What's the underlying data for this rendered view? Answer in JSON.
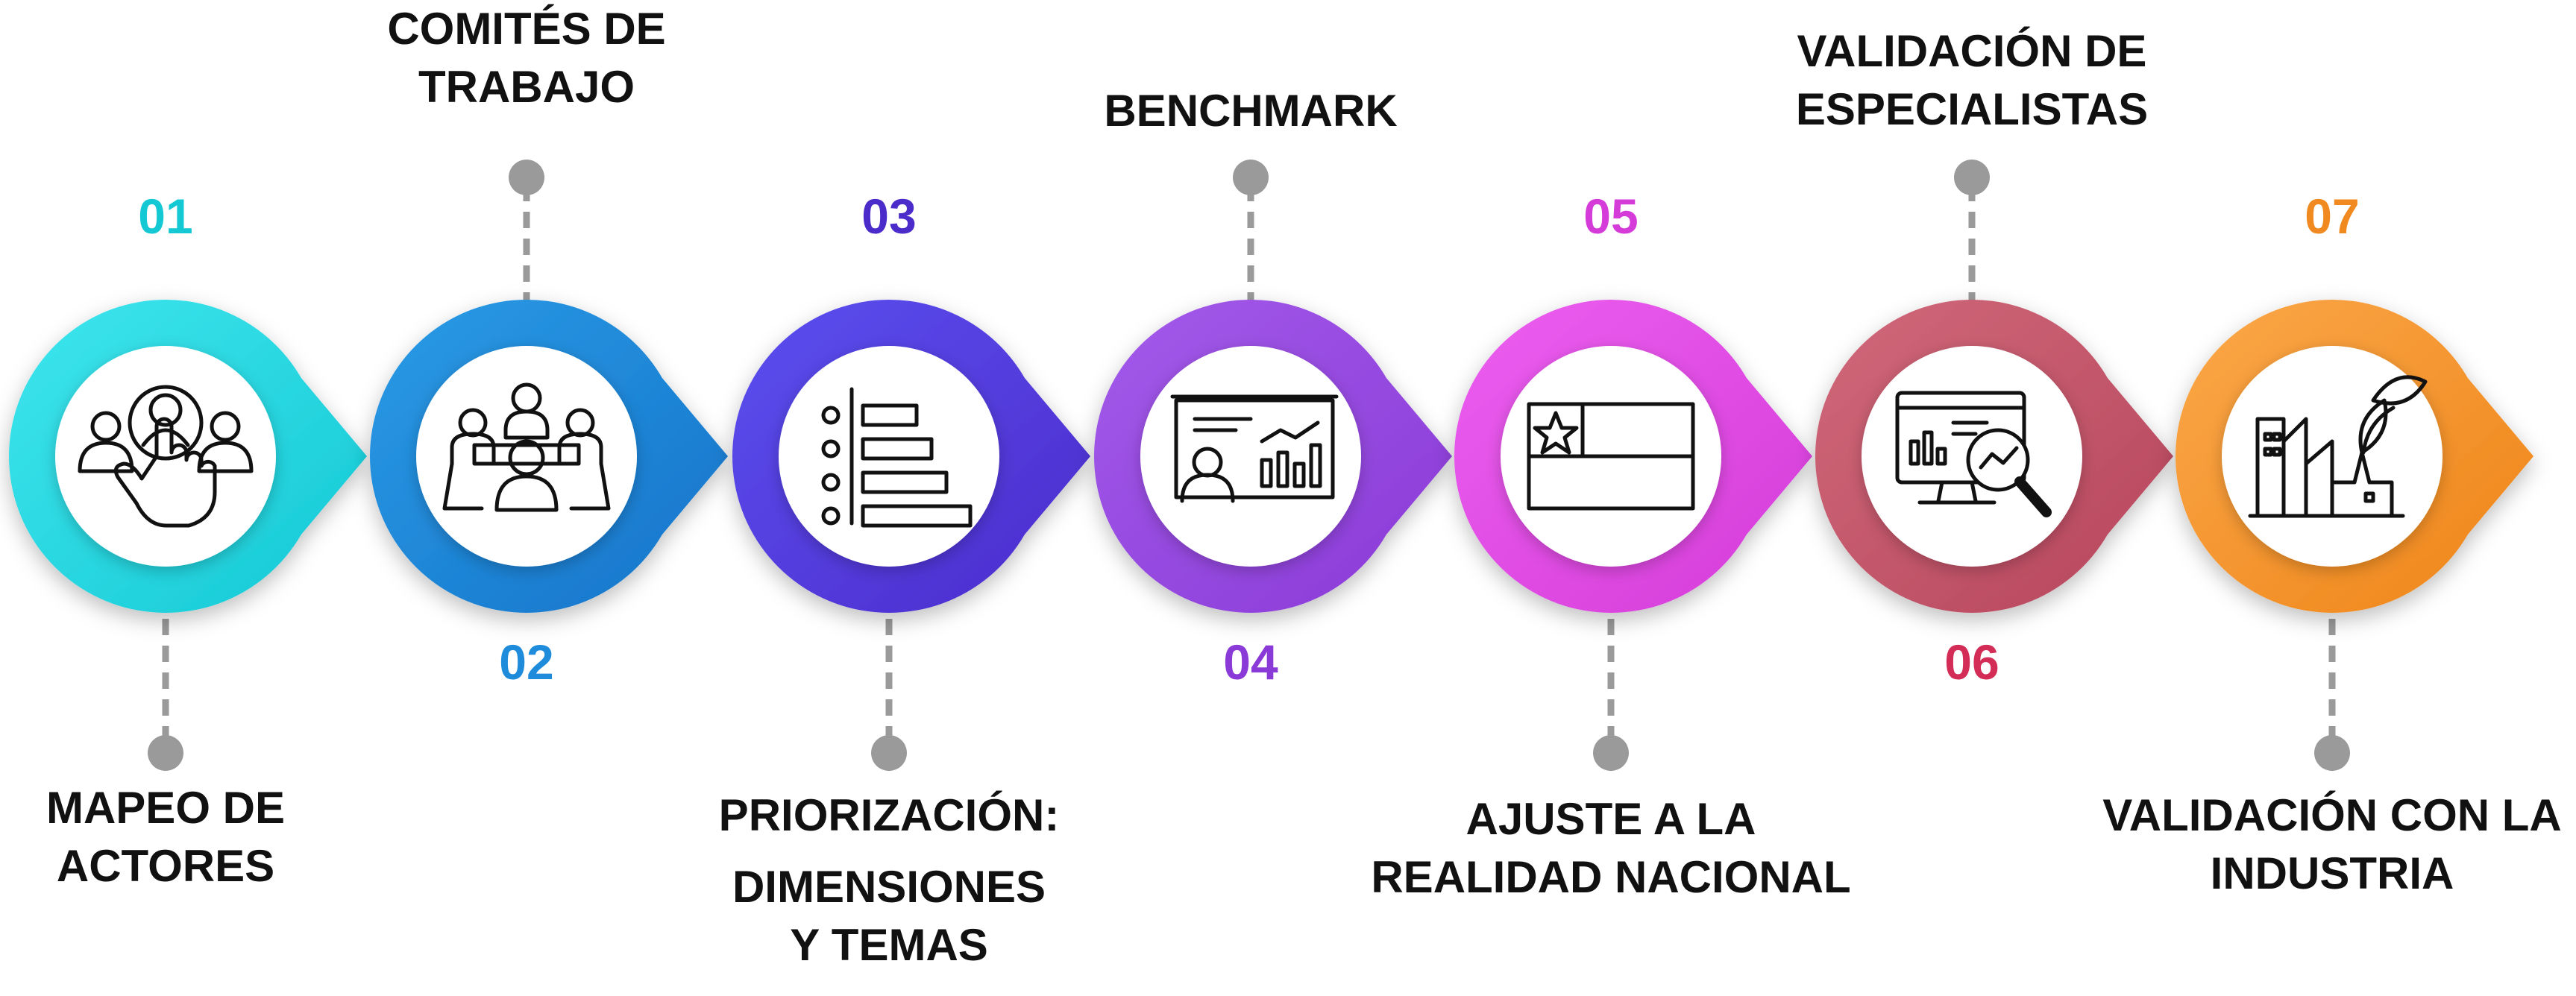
{
  "steps": [
    {
      "number": "01",
      "title": [
        "MAPEO DE",
        "ACTORES"
      ],
      "color": "#14C8D4",
      "color_light": "#3fe6ee",
      "icon": "hand-touch-people-icon",
      "label_position": "bottom"
    },
    {
      "number": "02",
      "title": [
        "COMITÉS DE",
        "TRABAJO"
      ],
      "color": "#1573C9",
      "color_light": "#2a9be6",
      "icon": "team-meeting-icon",
      "label_position": "top"
    },
    {
      "number": "03",
      "title": [
        "PRIORIZACIÓN:",
        "DIMENSIONES",
        "Y TEMAS"
      ],
      "color": "#4C2BCB",
      "color_light": "#5b4ff0",
      "icon": "priority-list-icon",
      "label_position": "bottom"
    },
    {
      "number": "04",
      "title": [
        "BENCHMARK"
      ],
      "color": "#8A3AD6",
      "color_light": "#a35aea",
      "icon": "presentation-chart-icon",
      "label_position": "top"
    },
    {
      "number": "05",
      "title": [
        "AJUSTE A LA",
        "REALIDAD NACIONAL"
      ],
      "color": "#D43BD8",
      "color_light": "#ec5ff0",
      "icon": "chile-flag-icon",
      "label_position": "bottom"
    },
    {
      "number": "06",
      "title": [
        "VALIDACIÓN DE",
        "ESPECIALISTAS"
      ],
      "color": "#B6455C",
      "color_light": "#d0697a",
      "icon": "monitor-analytics-icon",
      "label_position": "top"
    },
    {
      "number": "07",
      "title": [
        "VALIDACIÓN CON LA",
        "INDUSTRIA"
      ],
      "color": "#EE8417",
      "color_light": "#fba84a",
      "icon": "industry-leaves-icon",
      "label_position": "bottom"
    }
  ],
  "number_colors": {
    "02": "#1E8BDB",
    "06": "#D32D57",
    "07": "#F08A20"
  },
  "connector_color": "#9a9a9a"
}
